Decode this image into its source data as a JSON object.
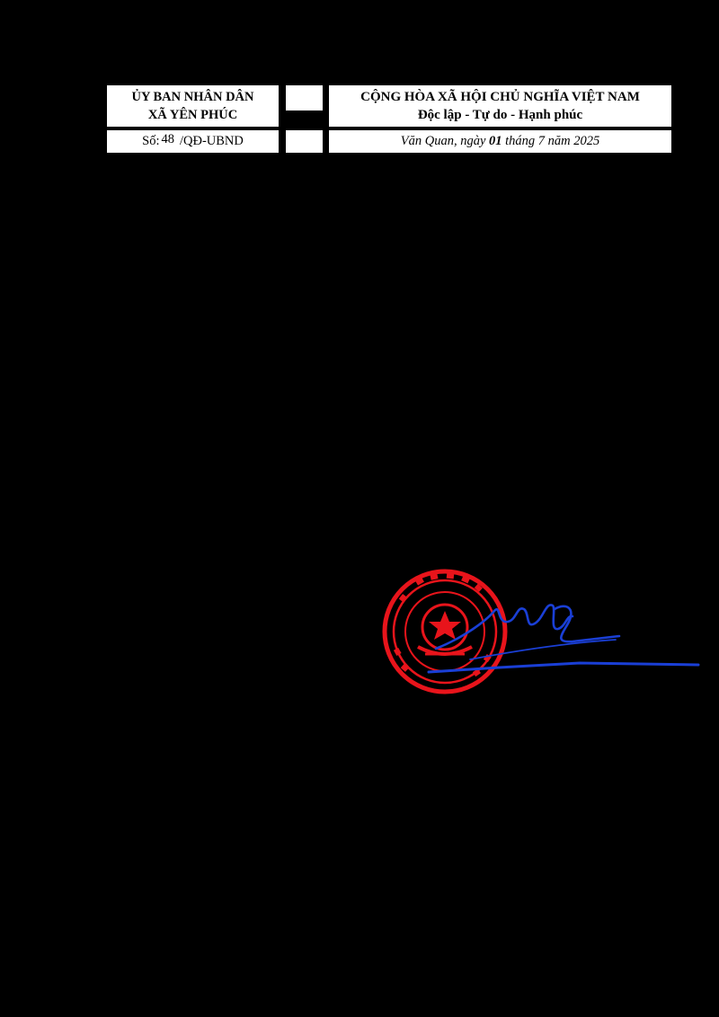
{
  "header": {
    "org_line1": "ỦY BAN NHÂN DÂN",
    "org_line2": "XÃ YÊN PHÚC",
    "nation_line1": "CỘNG HÒA XÃ HỘI CHỦ NGHĨA VIỆT NAM",
    "nation_line2": "Độc lập - Tự do - Hạnh phúc",
    "number_prefix": "Số:",
    "number_value": "48",
    "number_suffix": "/QĐ-UBND",
    "date_place": "Văn Quan, ngày",
    "date_day": "01",
    "date_rest": "tháng 7 năm 2025"
  },
  "seal": {
    "color": "#e8141b",
    "icon": "national-emblem-seal-icon"
  },
  "signature": {
    "color": "#1a3fd6",
    "icon": "handwritten-signature-icon"
  }
}
